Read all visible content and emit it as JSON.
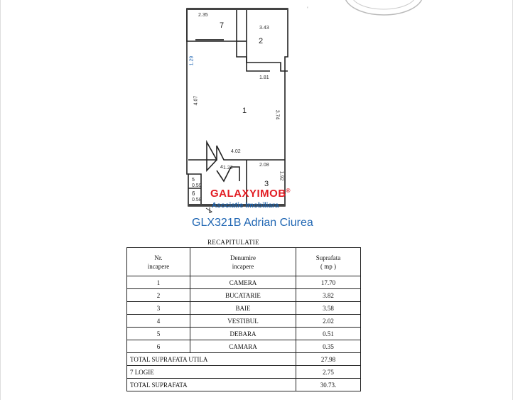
{
  "floor_plan": {
    "room_labels": [
      "1",
      "2",
      "3",
      "4",
      "5",
      "6",
      "7"
    ],
    "dimensions": [
      "2.35",
      "3.43",
      "1.81",
      "4.07",
      "3.74",
      "4.02",
      "2.08",
      "1.92",
      "1.22",
      "0.59",
      "0.58",
      "1.29"
    ]
  },
  "brand": {
    "logo_text": "GALAXYIMOB",
    "registered_mark": "®",
    "subtitle": "Asociatie Imobiliara",
    "agent_line": "GLX321B Adrian Ciurea",
    "accent_color": "#e21c23",
    "secondary_color": "#1a5fa8"
  },
  "recap": {
    "title": "RECAPITULATIE",
    "headers": {
      "nr_line1": "Nr.",
      "nr_line2": "incapere",
      "name_line1": "Denumire",
      "name_line2": "incapere",
      "area_line1": "Suprafata",
      "area_line2": "( mp )"
    },
    "rows": [
      {
        "nr": "1",
        "name": "CAMERA",
        "area": "17.70"
      },
      {
        "nr": "2",
        "name": "BUCATARIE",
        "area": "3.82"
      },
      {
        "nr": "3",
        "name": "BAIE",
        "area": "3.58"
      },
      {
        "nr": "4",
        "name": "VESTIBUL",
        "area": "2.02"
      },
      {
        "nr": "5",
        "name": "DEBARA",
        "area": "0.51"
      },
      {
        "nr": "6",
        "name": "CAMARA",
        "area": "0.35"
      }
    ],
    "total_util_label": "TOTAL SUPRAFATA UTILA",
    "total_util_value": "27.98",
    "logie_label": "7 LOGIE",
    "logie_value": "2.75",
    "total_label": "TOTAL SUPRAFATA",
    "total_value": "30.73."
  }
}
